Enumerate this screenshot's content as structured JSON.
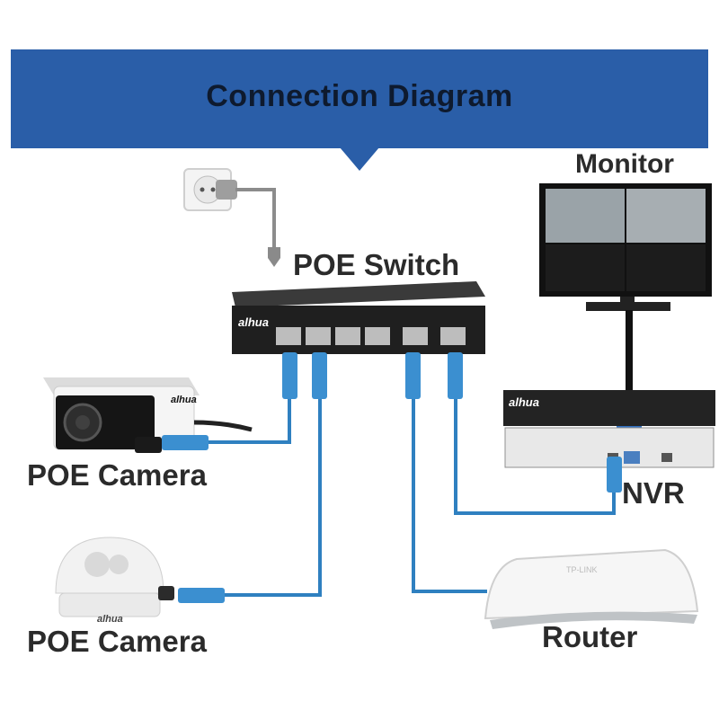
{
  "header": {
    "title": "Connection Diagram",
    "color": "#2a5ea8"
  },
  "labels": {
    "monitor": "Monitor",
    "poe_switch": "POE Switch",
    "poe_camera_top": "POE Camera",
    "nvr": "NVR",
    "router": "Router",
    "poe_camera_bottom": "POE Camera"
  },
  "brand": {
    "name": "alhua"
  },
  "colors": {
    "cable": "#2f80c0",
    "power_cable": "#8c8c8c",
    "device_dark": "#1e1e1e"
  },
  "icons": [
    "power-outlet-icon",
    "poe-switch-icon",
    "monitor-icon",
    "nvr-icon",
    "bullet-camera-icon",
    "dome-camera-icon",
    "router-icon"
  ]
}
